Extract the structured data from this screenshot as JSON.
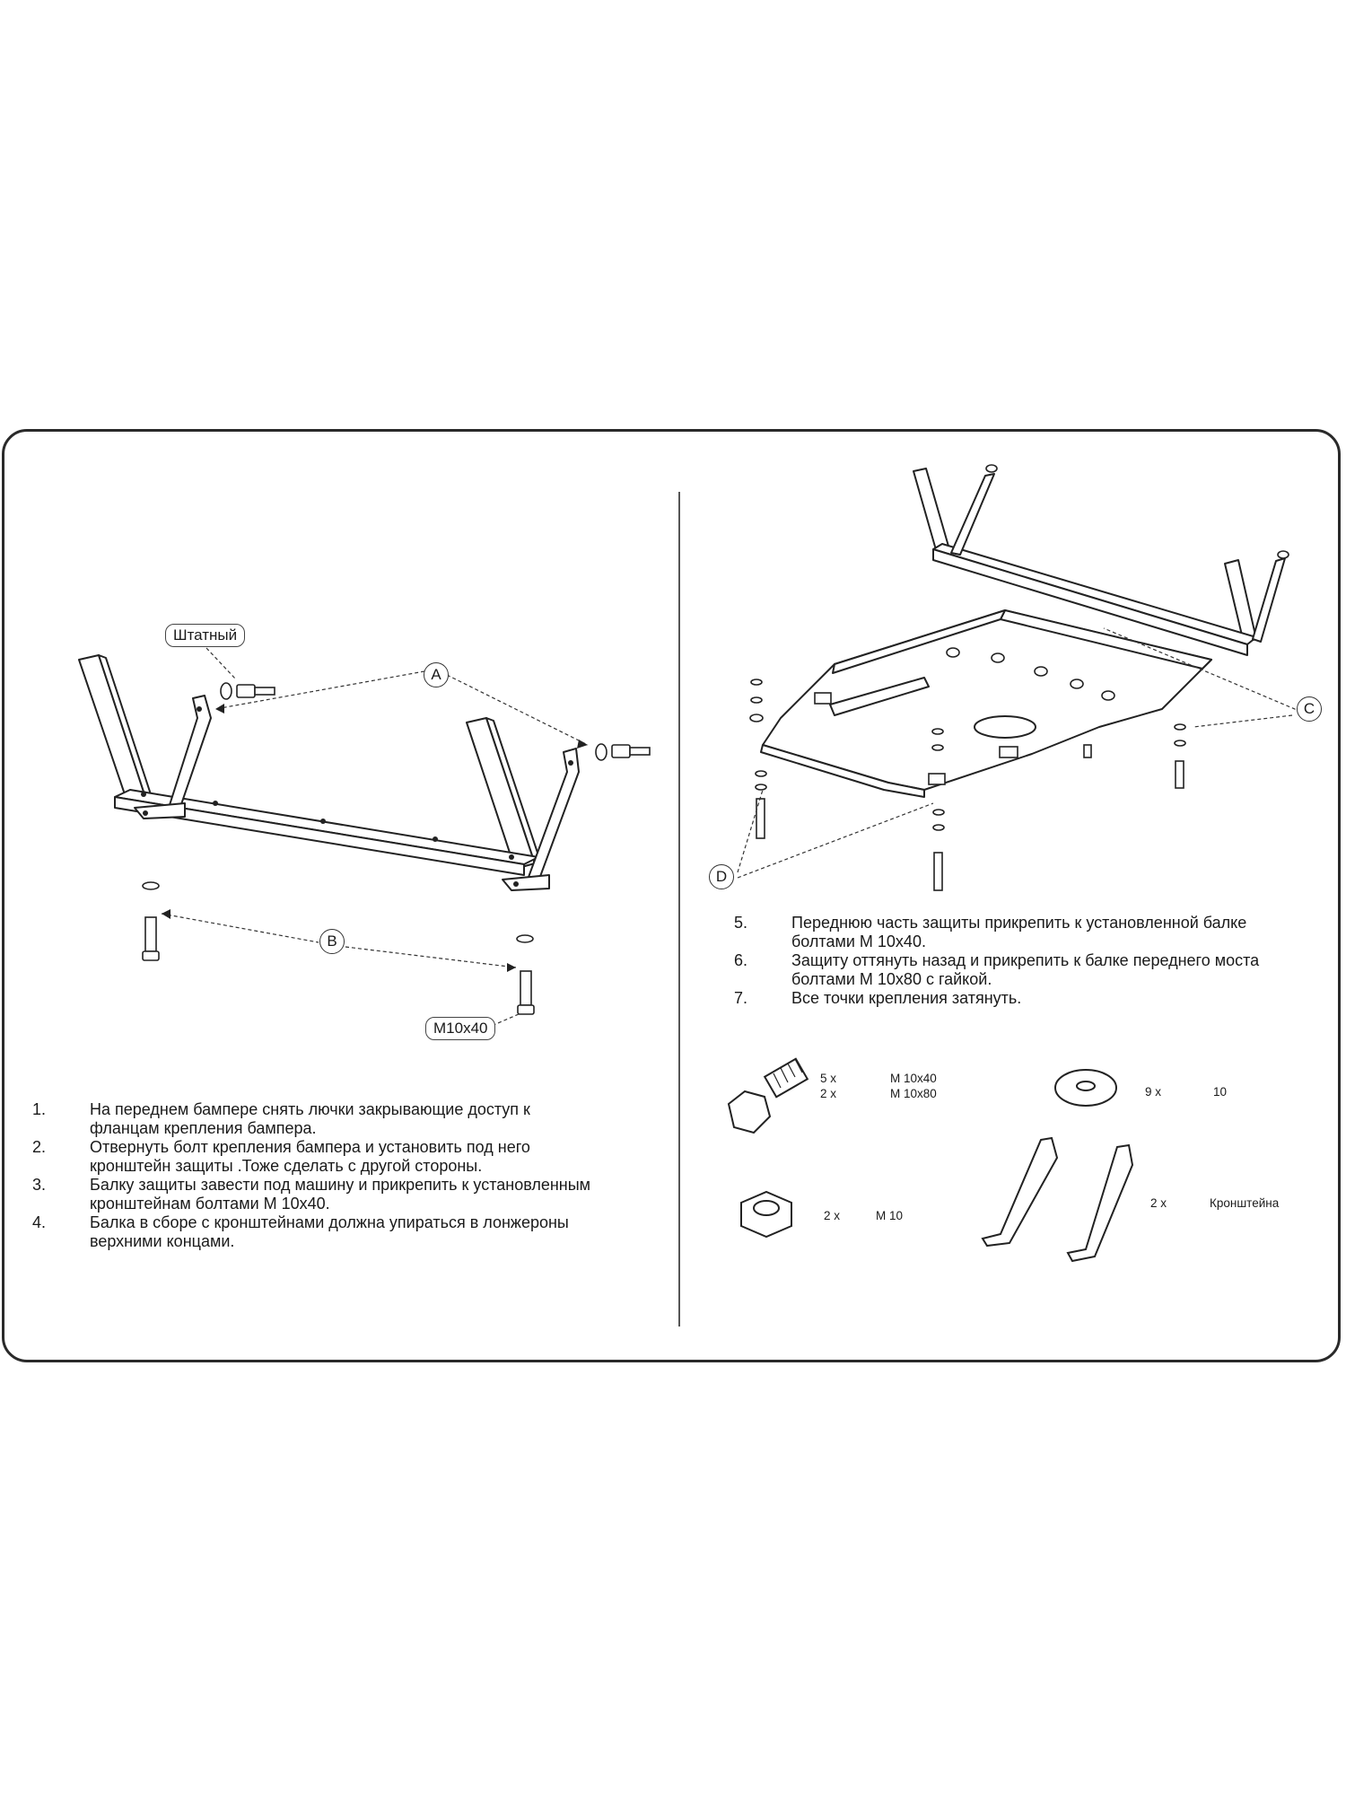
{
  "left": {
    "callouts": {
      "standard": "Штатный",
      "bolt": "M10x40"
    },
    "letters": {
      "a": "A",
      "b": "B"
    },
    "steps": [
      {
        "num": "1.",
        "text": "На переднем бампере снять лючки закрывающие доступ к фланцам крепления бампера."
      },
      {
        "num": "2.",
        "text": "Отвернуть болт крепления бампера и установить под него кронштейн защиты .Тоже сделать с другой стороны."
      },
      {
        "num": "3.",
        "text": "Балку защиты завести под машину и прикрепить к установленным кронштейнам болтами  М 10х40."
      },
      {
        "num": "4.",
        "text": "Балка в сборе с кронштейнами должна упираться в лонжероны верхними концами."
      }
    ]
  },
  "right": {
    "letters": {
      "c": "C",
      "d": "D"
    },
    "steps": [
      {
        "num": "5.",
        "text": "Переднюю часть защиты прикрепить к установленной балке болтами М 10х40."
      },
      {
        "num": "6.",
        "text": "Защиту оттянуть назад и прикрепить к балке переднего моста болтами М 10х80 с гайкой."
      },
      {
        "num": "7.",
        "text": "Все точки крепления затянуть."
      }
    ],
    "parts": {
      "bolts": {
        "qty1": "5 х",
        "size1": "М 10х40",
        "qty2": "2 х",
        "size2": "М 10х80"
      },
      "washers": {
        "qty": "9 х",
        "size": "10"
      },
      "nuts": {
        "qty": "2 х",
        "size": "М 10"
      },
      "brackets": {
        "qty": "2 х",
        "name": "Кронштейна"
      }
    }
  }
}
